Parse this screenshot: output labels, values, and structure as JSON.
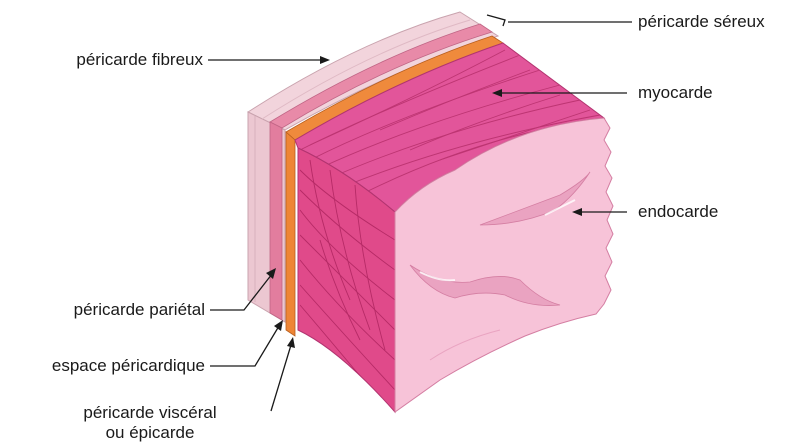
{
  "labels": {
    "pericarde_fibreux": "péricarde fibreux",
    "pericarde_sereux": "péricarde séreux",
    "myocarde": "myocarde",
    "endocarde": "endocarde",
    "pericarde_parietal": "péricarde pariétal",
    "espace_pericardique": "espace péricardique",
    "pericarde_visceral_line1": "péricarde viscéral",
    "pericarde_visceral_line2": "ou épicarde"
  },
  "colors": {
    "fibrous_pericardium": "#f2d4dc",
    "fibrous_pericardium_side": "#e9bfcb",
    "parietal_layer": "#e88aa8",
    "epicardium": "#ef8a3c",
    "myocardium": "#e04a8a",
    "myocardium_fibers": "#a8205a",
    "endocardium": "#f7c3d8",
    "endocardium_shadow": "#e79ab9",
    "leader_line": "#1a1a1a"
  }
}
